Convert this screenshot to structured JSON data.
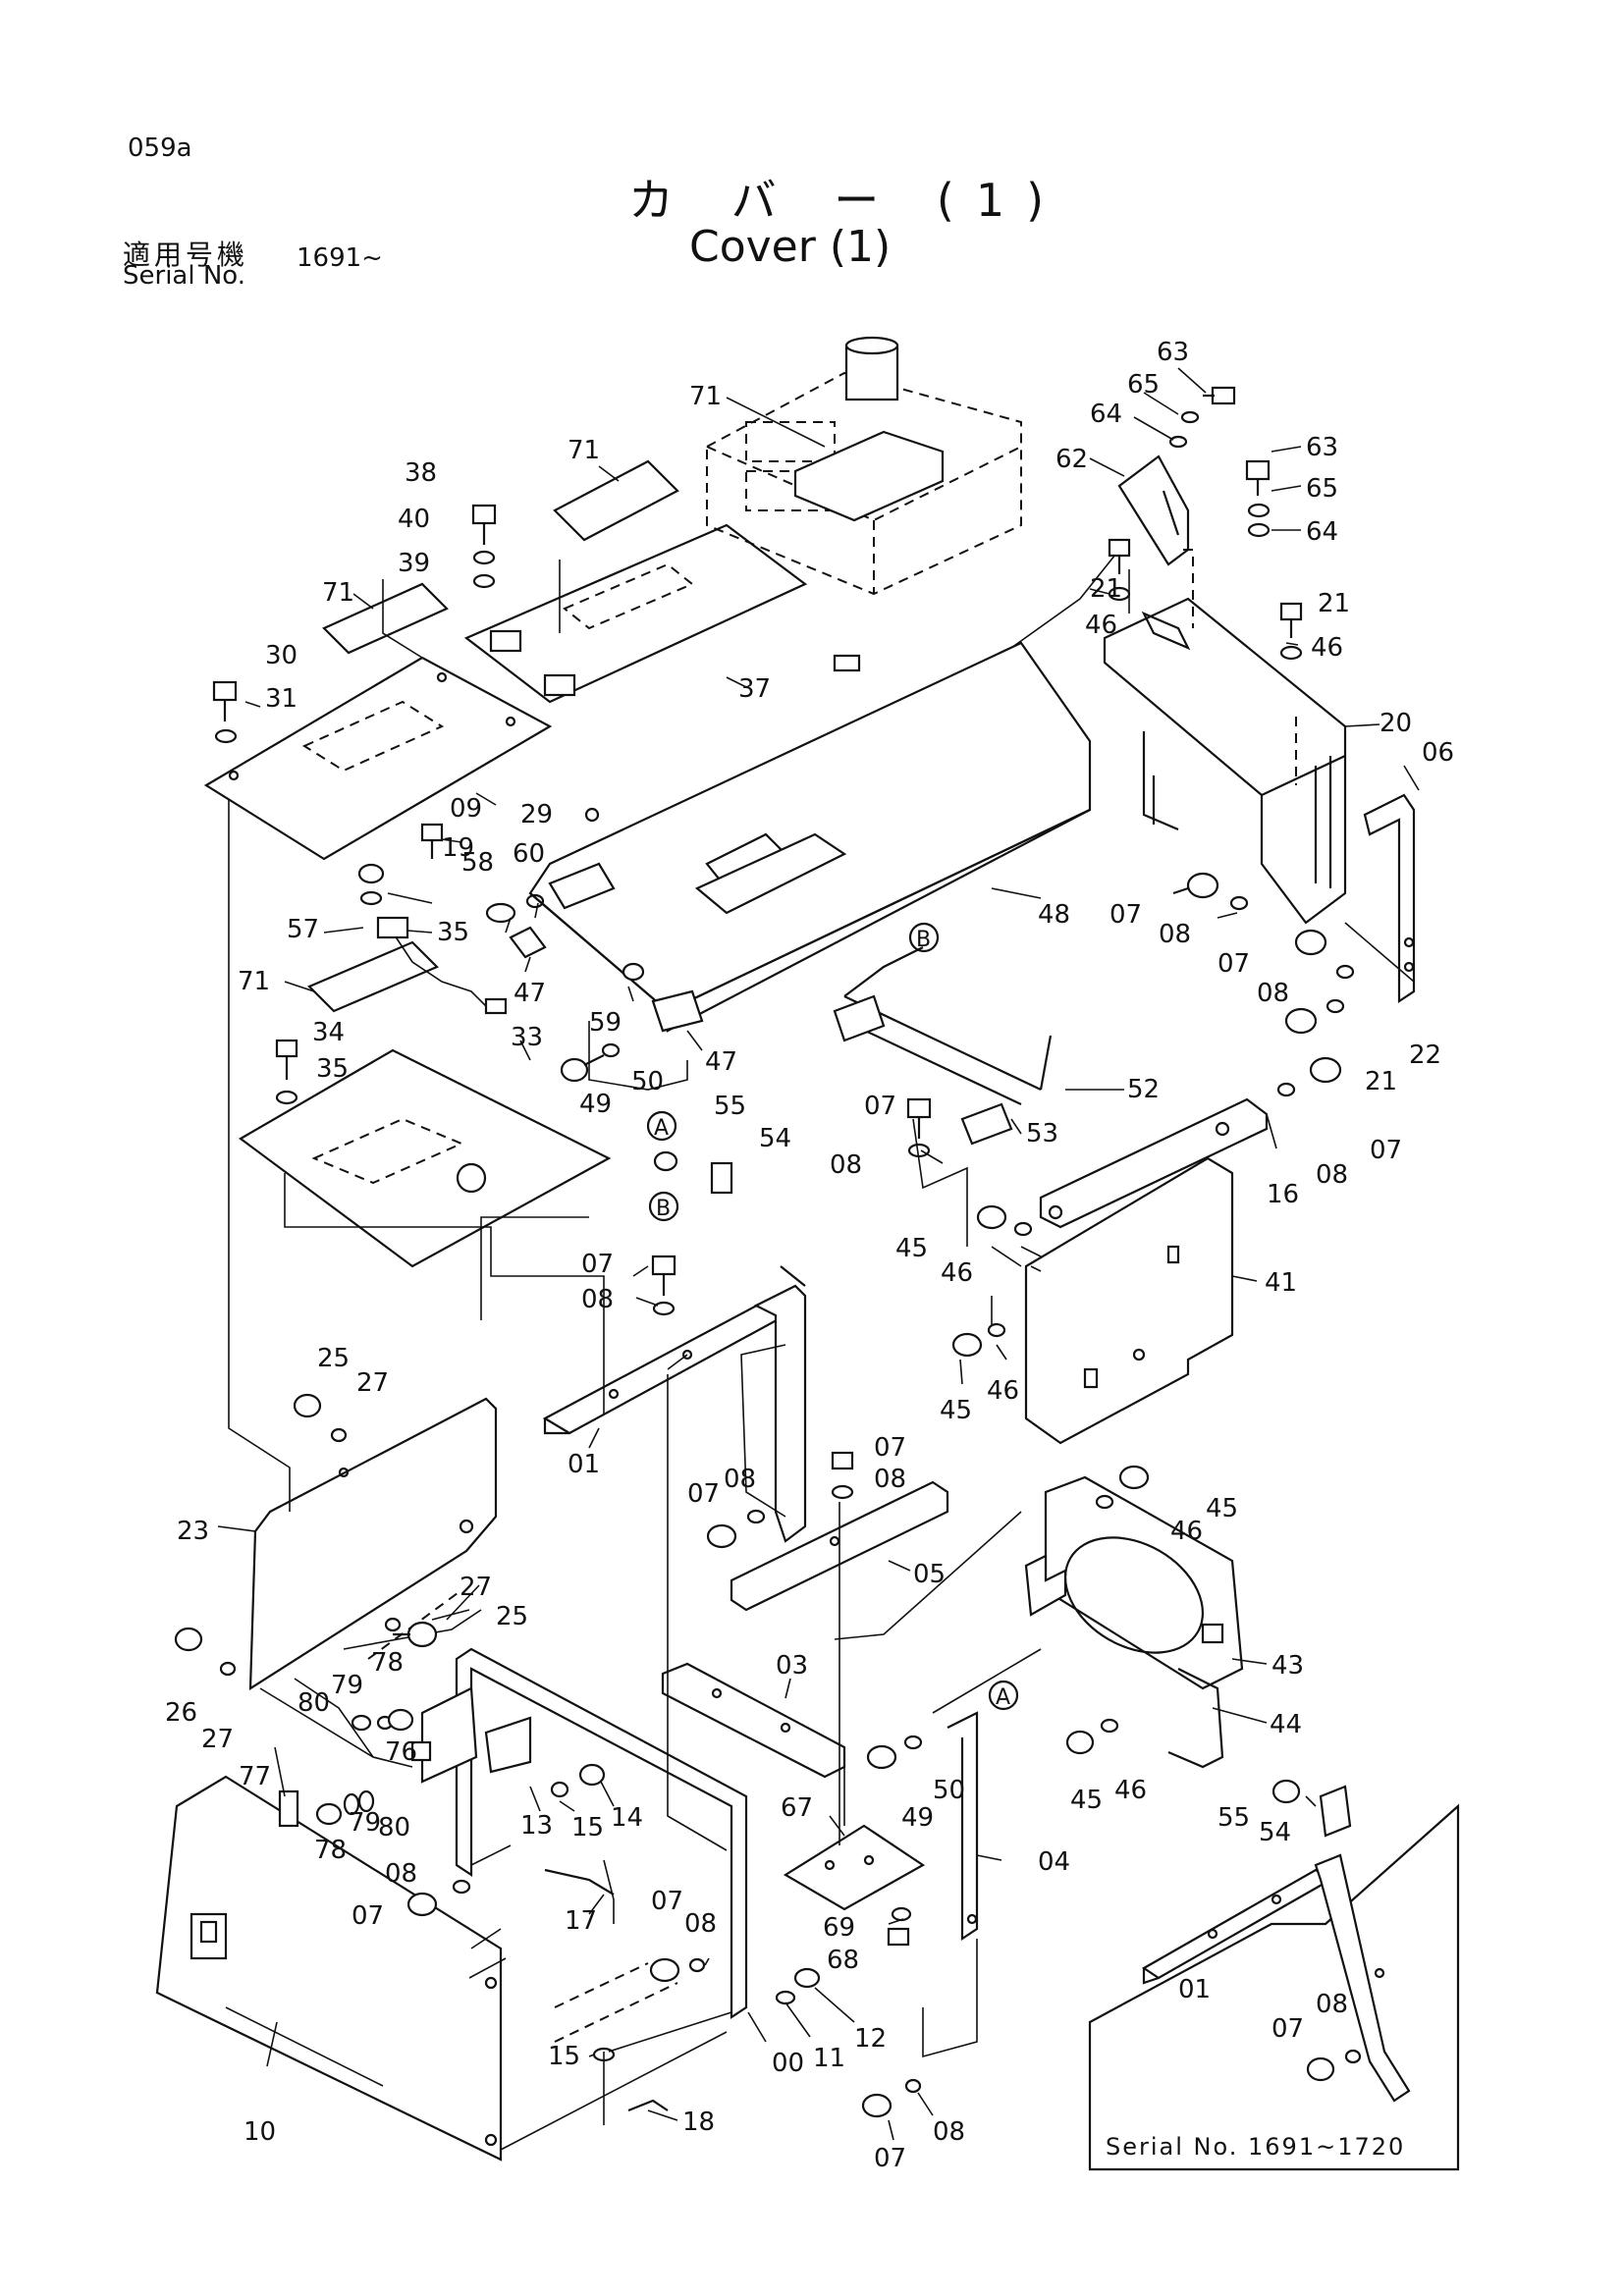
{
  "header": {
    "page_code": "059a",
    "title_jp": "カ バ ー (1)",
    "title_en": "Cover (1)",
    "serial_label_jp": "適用号機",
    "serial_label_en": "Serial No.",
    "serial_value": "1691~"
  },
  "inset": {
    "label": "Serial No.  1691~1720"
  },
  "callouts": [
    {
      "id": "c63a",
      "text": "63"
    },
    {
      "id": "c65a",
      "text": "65"
    },
    {
      "id": "c64a",
      "text": "64"
    },
    {
      "id": "c62",
      "text": "62"
    },
    {
      "id": "c63b",
      "text": "63"
    },
    {
      "id": "c65b",
      "text": "65"
    },
    {
      "id": "c64b",
      "text": "64"
    },
    {
      "id": "c21a",
      "text": "21"
    },
    {
      "id": "c46a",
      "text": "46"
    },
    {
      "id": "c21b",
      "text": "21"
    },
    {
      "id": "c46b",
      "text": "46"
    },
    {
      "id": "c20",
      "text": "20"
    },
    {
      "id": "c06",
      "text": "06"
    },
    {
      "id": "c71a",
      "text": "71"
    },
    {
      "id": "c71b",
      "text": "71"
    },
    {
      "id": "c38",
      "text": "38"
    },
    {
      "id": "c40",
      "text": "40"
    },
    {
      "id": "c39",
      "text": "39"
    },
    {
      "id": "c71c",
      "text": "71"
    },
    {
      "id": "c30",
      "text": "30"
    },
    {
      "id": "c31",
      "text": "31"
    },
    {
      "id": "c37",
      "text": "37"
    },
    {
      "id": "c29",
      "text": "29"
    },
    {
      "id": "c09",
      "text": "09"
    },
    {
      "id": "c19",
      "text": "19"
    },
    {
      "id": "c58",
      "text": "58"
    },
    {
      "id": "c60",
      "text": "60"
    },
    {
      "id": "c57",
      "text": "57"
    },
    {
      "id": "c35a",
      "text": "35"
    },
    {
      "id": "c47a",
      "text": "47"
    },
    {
      "id": "c48",
      "text": "48"
    },
    {
      "id": "c07a",
      "text": "07"
    },
    {
      "id": "c08a",
      "text": "08"
    },
    {
      "id": "c07b",
      "text": "07"
    },
    {
      "id": "c08b",
      "text": "08"
    },
    {
      "id": "c22",
      "text": "22"
    },
    {
      "id": "c21c",
      "text": "21"
    },
    {
      "id": "c71d",
      "text": "71"
    },
    {
      "id": "c34",
      "text": "34"
    },
    {
      "id": "c35b",
      "text": "35"
    },
    {
      "id": "c33",
      "text": "33"
    },
    {
      "id": "c59",
      "text": "59"
    },
    {
      "id": "c47b",
      "text": "47"
    },
    {
      "id": "c49a",
      "text": "49"
    },
    {
      "id": "c50a",
      "text": "50"
    },
    {
      "id": "cA1",
      "text": "A"
    },
    {
      "id": "c55a",
      "text": "55"
    },
    {
      "id": "c54a",
      "text": "54"
    },
    {
      "id": "cB1",
      "text": "B"
    },
    {
      "id": "cB2",
      "text": "B"
    },
    {
      "id": "c52",
      "text": "52"
    },
    {
      "id": "c53",
      "text": "53"
    },
    {
      "id": "c07c",
      "text": "07"
    },
    {
      "id": "c08c",
      "text": "08"
    },
    {
      "id": "c16",
      "text": "16"
    },
    {
      "id": "c08d",
      "text": "08"
    },
    {
      "id": "c07d",
      "text": "07"
    },
    {
      "id": "c45a",
      "text": "45"
    },
    {
      "id": "c46c",
      "text": "46"
    },
    {
      "id": "c41",
      "text": "41"
    },
    {
      "id": "c07e",
      "text": "07"
    },
    {
      "id": "c08e",
      "text": "08"
    },
    {
      "id": "c45b",
      "text": "45"
    },
    {
      "id": "c46d",
      "text": "46"
    },
    {
      "id": "c25a",
      "text": "25"
    },
    {
      "id": "c27a",
      "text": "27"
    },
    {
      "id": "c01a",
      "text": "01"
    },
    {
      "id": "c07f",
      "text": "07"
    },
    {
      "id": "c08f",
      "text": "08"
    },
    {
      "id": "c07g",
      "text": "07"
    },
    {
      "id": "c08g",
      "text": "08"
    },
    {
      "id": "c45c",
      "text": "45"
    },
    {
      "id": "c46e",
      "text": "46"
    },
    {
      "id": "c23",
      "text": "23"
    },
    {
      "id": "c05",
      "text": "05"
    },
    {
      "id": "c27b",
      "text": "27"
    },
    {
      "id": "c25b",
      "text": "25"
    },
    {
      "id": "c43",
      "text": "43"
    },
    {
      "id": "c26",
      "text": "26"
    },
    {
      "id": "c27c",
      "text": "27"
    },
    {
      "id": "c80a",
      "text": "80"
    },
    {
      "id": "c79a",
      "text": "79"
    },
    {
      "id": "c78a",
      "text": "78"
    },
    {
      "id": "c03",
      "text": "03"
    },
    {
      "id": "cA2",
      "text": "A"
    },
    {
      "id": "c44",
      "text": "44"
    },
    {
      "id": "c76",
      "text": "76"
    },
    {
      "id": "c77",
      "text": "77"
    },
    {
      "id": "c78b",
      "text": "78"
    },
    {
      "id": "c79b",
      "text": "79"
    },
    {
      "id": "c80b",
      "text": "80"
    },
    {
      "id": "c13",
      "text": "13"
    },
    {
      "id": "c15a",
      "text": "15"
    },
    {
      "id": "c14",
      "text": "14"
    },
    {
      "id": "c49b",
      "text": "49"
    },
    {
      "id": "c50b",
      "text": "50"
    },
    {
      "id": "c45d",
      "text": "45"
    },
    {
      "id": "c46f",
      "text": "46"
    },
    {
      "id": "c67",
      "text": "67"
    },
    {
      "id": "c08h",
      "text": "08"
    },
    {
      "id": "c07h",
      "text": "07"
    },
    {
      "id": "c04",
      "text": "04"
    },
    {
      "id": "c55b",
      "text": "55"
    },
    {
      "id": "c54b",
      "text": "54"
    },
    {
      "id": "c17",
      "text": "17"
    },
    {
      "id": "c07i",
      "text": "07"
    },
    {
      "id": "c08i",
      "text": "08"
    },
    {
      "id": "c69",
      "text": "69"
    },
    {
      "id": "c68",
      "text": "68"
    },
    {
      "id": "c12",
      "text": "12"
    },
    {
      "id": "c11",
      "text": "11"
    },
    {
      "id": "c00",
      "text": "00"
    },
    {
      "id": "c15b",
      "text": "15"
    },
    {
      "id": "c18",
      "text": "18"
    },
    {
      "id": "c10",
      "text": "10"
    },
    {
      "id": "c07j",
      "text": "07"
    },
    {
      "id": "c08j",
      "text": "08"
    },
    {
      "id": "c01b",
      "text": "01"
    },
    {
      "id": "c08k",
      "text": "08"
    },
    {
      "id": "c07k",
      "text": "07"
    }
  ]
}
